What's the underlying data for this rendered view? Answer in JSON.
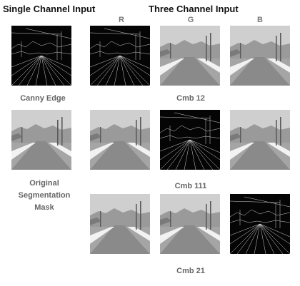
{
  "headers": {
    "single_channel": "Single Channel Input",
    "three_channel": "Three Channel Input",
    "col_r": "R",
    "col_g": "G",
    "col_b": "B"
  },
  "labels": {
    "canny": "Canny Edge",
    "original_line1": "Original",
    "original_line2": "Segmentation",
    "original_line3": "Mask",
    "cmb12": "Cmb 12",
    "cmb111": "Cmb 111",
    "cmb21": "Cmb 21"
  },
  "colors": {
    "edge_bg": "#050505",
    "edge_line": "#e6e6e6",
    "sky": "#cfcfcf",
    "road": "#8a8a8a",
    "sidewalk": "#f2f2f2",
    "terrain": "#a5a5a5",
    "vegetation": "#9a9a9a",
    "building": "#7a7a7a",
    "pole": "#5a5a5a"
  }
}
